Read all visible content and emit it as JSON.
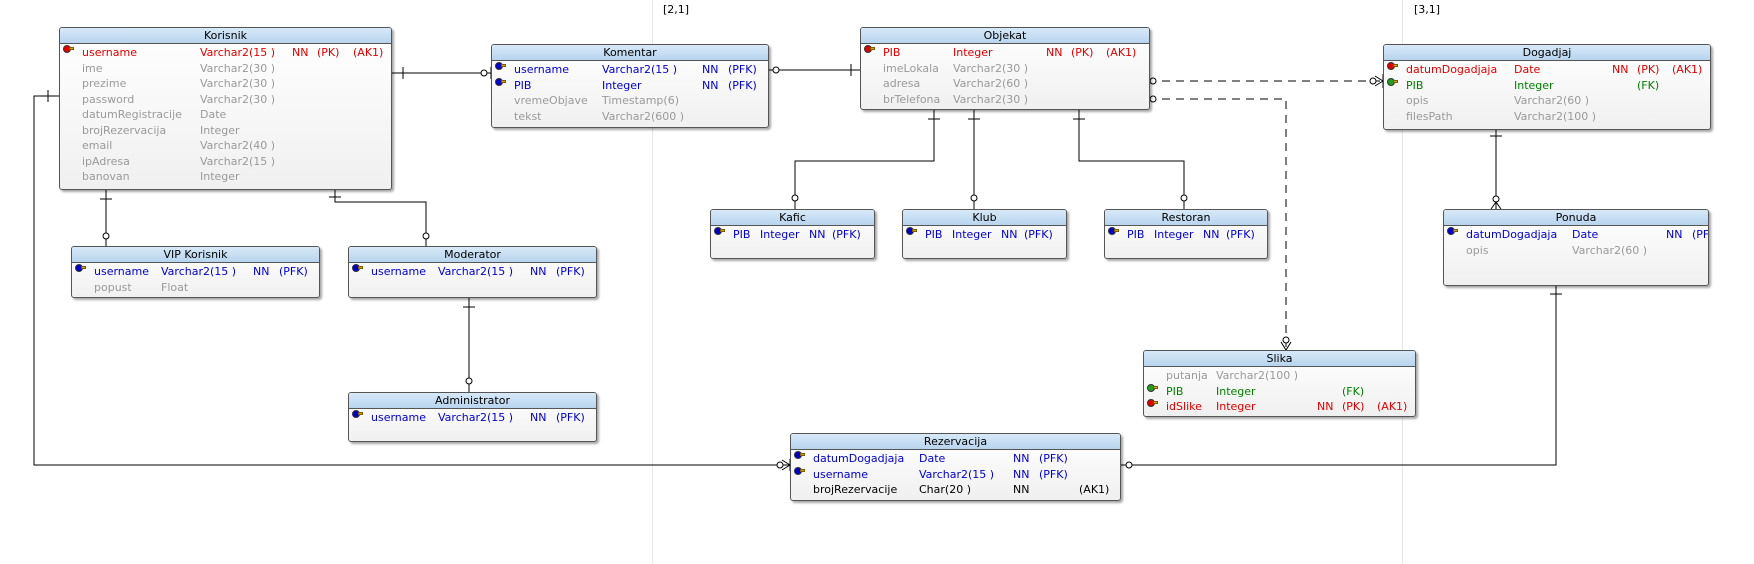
{
  "page_labels": [
    "[2,1]",
    "[3,1]"
  ],
  "entities": {
    "korisnik": {
      "title": "Korisnik",
      "rows": [
        {
          "name": "username",
          "type": "Varchar2(15 )",
          "nn": "NN",
          "key": "(PK)",
          "alt": "(AK1)"
        },
        {
          "name": "ime",
          "type": "Varchar2(30 )"
        },
        {
          "name": "prezime",
          "type": "Varchar2(30 )"
        },
        {
          "name": "password",
          "type": "Varchar2(30 )"
        },
        {
          "name": "datumRegistracije",
          "type": "Date"
        },
        {
          "name": "brojRezervacija",
          "type": "Integer"
        },
        {
          "name": "email",
          "type": "Varchar2(40 )"
        },
        {
          "name": "ipAdresa",
          "type": "Varchar2(15 )"
        },
        {
          "name": "banovan",
          "type": "Integer"
        }
      ]
    },
    "komentar": {
      "title": "Komentar",
      "rows": [
        {
          "name": "username",
          "type": "Varchar2(15 )",
          "nn": "NN",
          "key": "(PFK)"
        },
        {
          "name": "PIB",
          "type": "Integer",
          "nn": "NN",
          "key": "(PFK)"
        },
        {
          "name": "vremeObjave",
          "type": "Timestamp(6)"
        },
        {
          "name": "tekst",
          "type": "Varchar2(600 )"
        }
      ]
    },
    "objekat": {
      "title": "Objekat",
      "rows": [
        {
          "name": "PIB",
          "type": "Integer",
          "nn": "NN",
          "key": "(PK)",
          "alt": "(AK1)"
        },
        {
          "name": "imeLokala",
          "type": "Varchar2(30 )"
        },
        {
          "name": "adresa",
          "type": "Varchar2(60 )"
        },
        {
          "name": "brTelefona",
          "type": "Varchar2(30 )"
        }
      ]
    },
    "dogadjaj": {
      "title": "Dogadjaj",
      "rows": [
        {
          "name": "datumDogadjaja",
          "type": "Date",
          "nn": "NN",
          "key": "(PK)",
          "alt": "(AK1)"
        },
        {
          "name": "PIB",
          "type": "Integer",
          "key": "(FK)"
        },
        {
          "name": "opis",
          "type": "Varchar2(60 )"
        },
        {
          "name": "filesPath",
          "type": "Varchar2(100 )"
        }
      ]
    },
    "vip": {
      "title": "VIP Korisnik",
      "rows": [
        {
          "name": "username",
          "type": "Varchar2(15 )",
          "nn": "NN",
          "key": "(PFK)"
        },
        {
          "name": "popust",
          "type": "Float"
        }
      ]
    },
    "moderator": {
      "title": "Moderator",
      "rows": [
        {
          "name": "username",
          "type": "Varchar2(15 )",
          "nn": "NN",
          "key": "(PFK)"
        }
      ]
    },
    "administrator": {
      "title": "Administrator",
      "rows": [
        {
          "name": "username",
          "type": "Varchar2(15 )",
          "nn": "NN",
          "key": "(PFK)"
        }
      ]
    },
    "kafic": {
      "title": "Kafic",
      "rows": [
        {
          "name": "PIB",
          "type": "Integer",
          "nn": "NN",
          "key": "(PFK)"
        }
      ]
    },
    "klub": {
      "title": "Klub",
      "rows": [
        {
          "name": "PIB",
          "type": "Integer",
          "nn": "NN",
          "key": "(PFK)"
        }
      ]
    },
    "restoran": {
      "title": "Restoran",
      "rows": [
        {
          "name": "PIB",
          "type": "Integer",
          "nn": "NN",
          "key": "(PFK)"
        }
      ]
    },
    "ponuda": {
      "title": "Ponuda",
      "rows": [
        {
          "name": "datumDogadjaja",
          "type": "Date",
          "nn": "NN",
          "key": "(PF"
        },
        {
          "name": "opis",
          "type": "Varchar2(60 )"
        }
      ]
    },
    "slika": {
      "title": "Slika",
      "rows": [
        {
          "name": "putanja",
          "type": "Varchar2(100 )"
        },
        {
          "name": "PIB",
          "type": "Integer",
          "key": "(FK)"
        },
        {
          "name": "idSlike",
          "type": "Integer",
          "nn": "NN",
          "key": "(PK)",
          "alt": "(AK1)"
        }
      ]
    },
    "rezervacija": {
      "title": "Rezervacija",
      "rows": [
        {
          "name": "datumDogadjaja",
          "type": "Date",
          "nn": "NN",
          "key": "(PFK)"
        },
        {
          "name": "username",
          "type": "Varchar2(15 )",
          "nn": "NN",
          "key": "(PFK)"
        },
        {
          "name": "brojRezervacije",
          "type": "Char(20 )",
          "nn": "NN",
          "alt": "(AK1)"
        }
      ]
    }
  }
}
